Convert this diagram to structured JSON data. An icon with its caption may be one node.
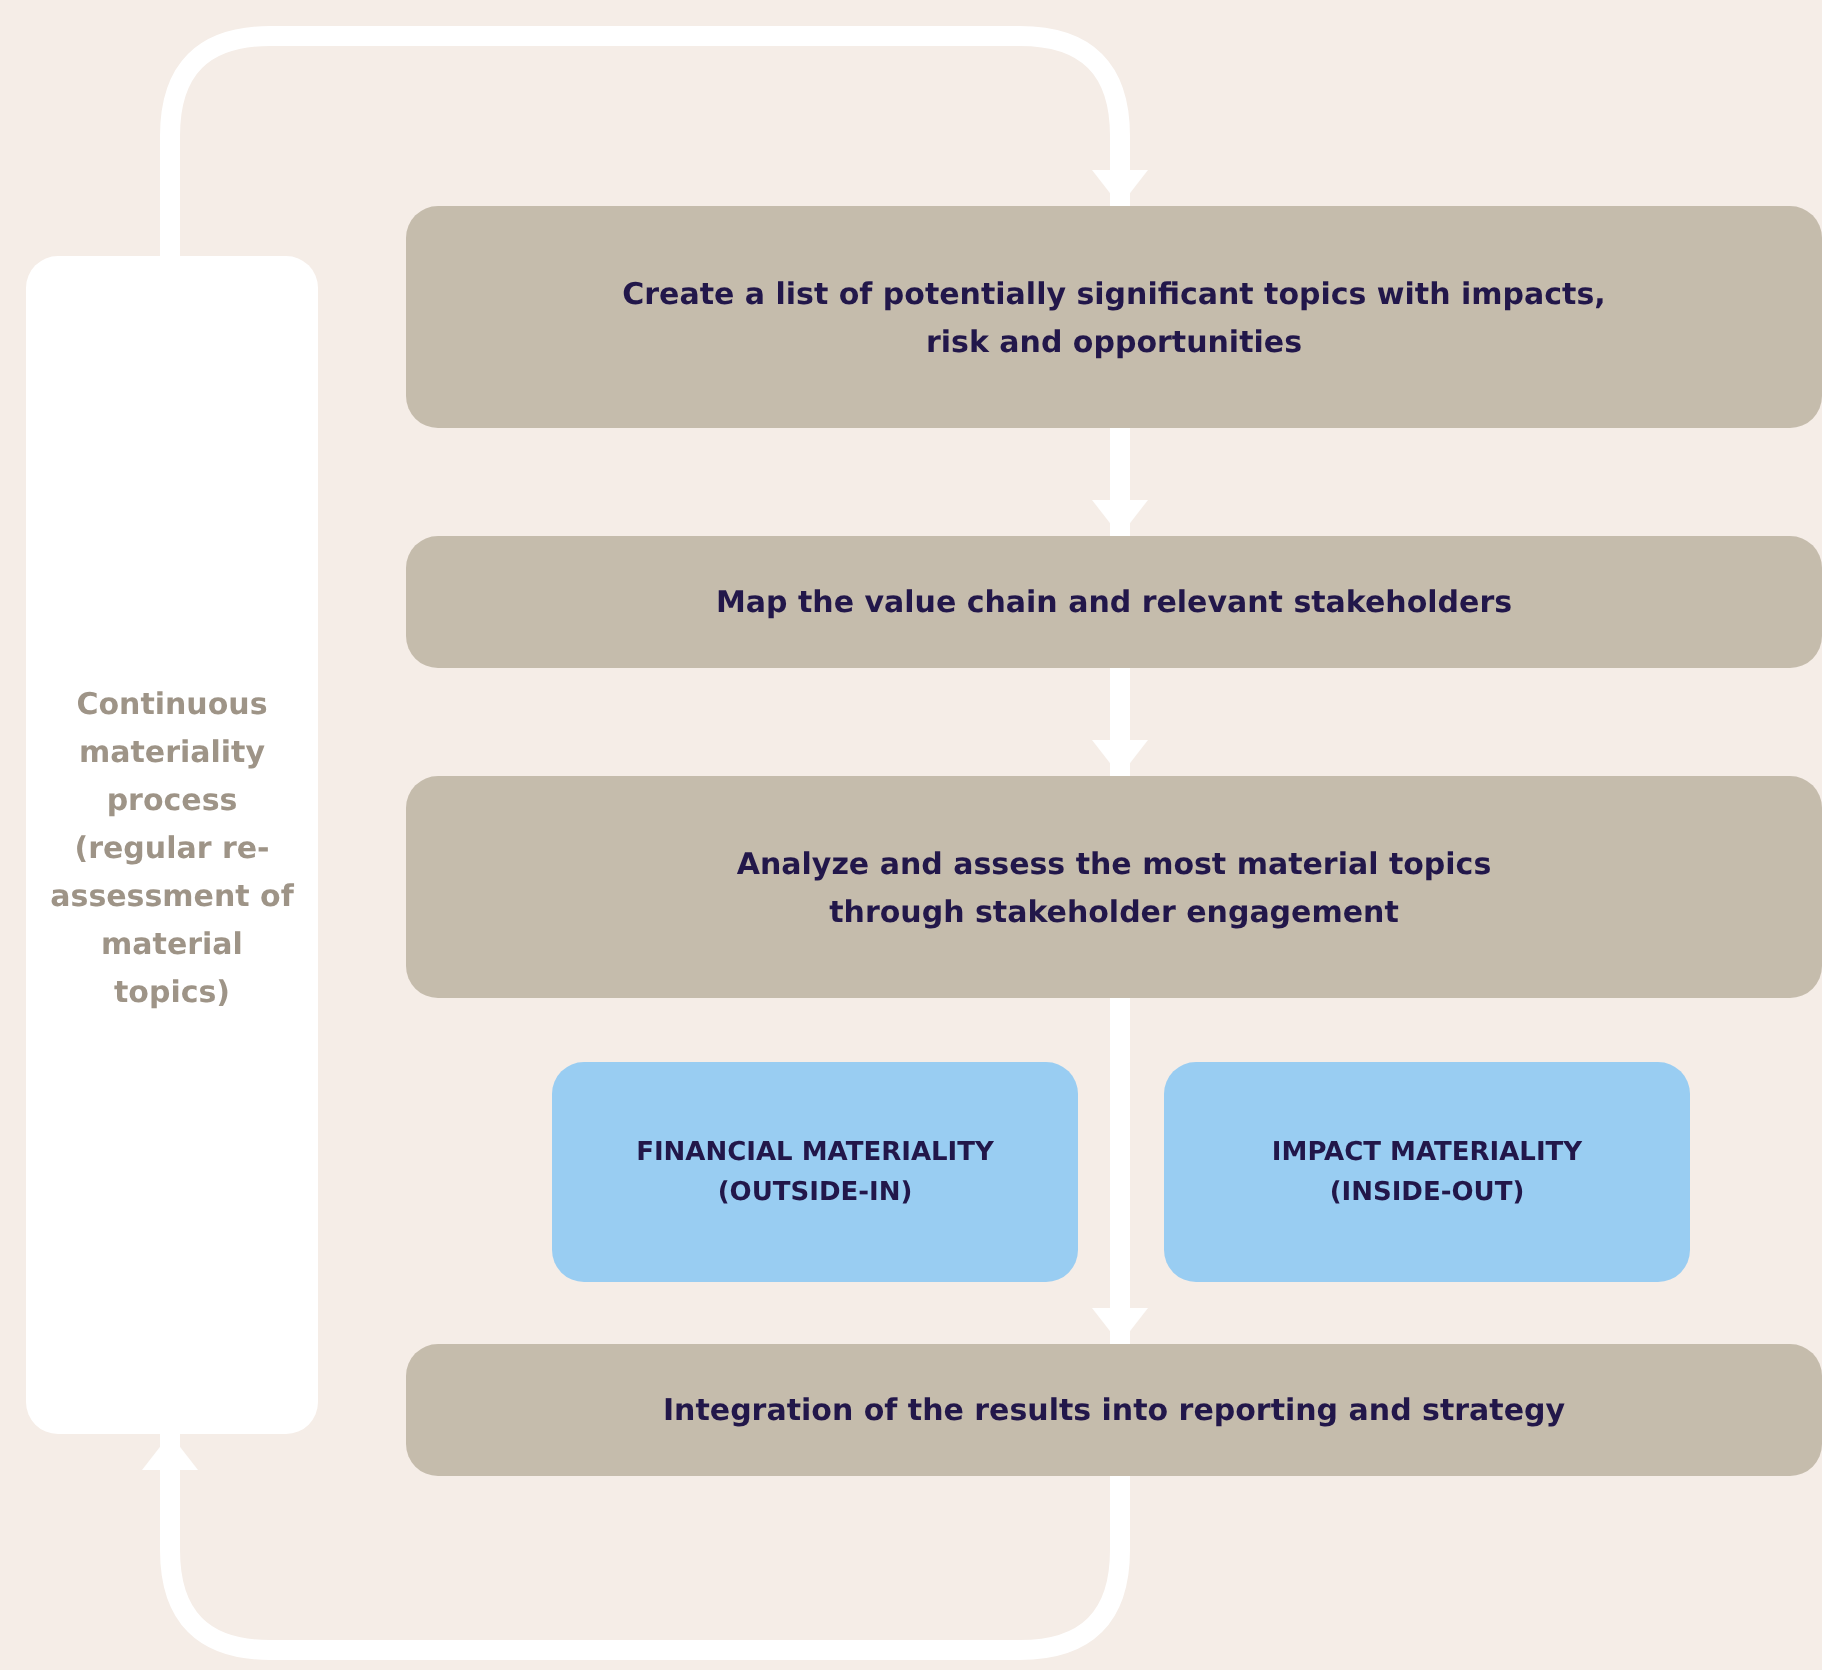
{
  "diagram": {
    "nodes": [
      {
        "text": [
          "Continuous materiality process (regular re-assessment of material topics)"
        ]
      },
      {
        "text": [
          "Create a list of potentially significant topics with impacts, risk and opportunities"
        ]
      },
      {
        "text": [
          "Map the value chain and relevant stakeholders"
        ]
      },
      {
        "text": [
          "Analyze and assess the most material topics through stakeholder engagement"
        ]
      },
      {
        "text": [
          "FINANCIAL MATERIALITY (OUTSIDE-IN)"
        ]
      },
      {
        "text": [
          "IMPACT MATERIALITY (INSIDE-OUT)"
        ]
      },
      {
        "text": [
          "Integration of the results into reporting and strategy"
        ]
      }
    ],
    "edges": [
      {
        "from": 0,
        "to": 1,
        "arrow": "to"
      },
      {
        "from": 1,
        "to": 2,
        "arrow": "to"
      },
      {
        "from": 2,
        "to": 3,
        "arrow": "to"
      },
      {
        "from": 3,
        "to": 6,
        "arrow": "to"
      },
      {
        "from": 6,
        "to": 0,
        "arrow": "to"
      }
    ]
  }
}
